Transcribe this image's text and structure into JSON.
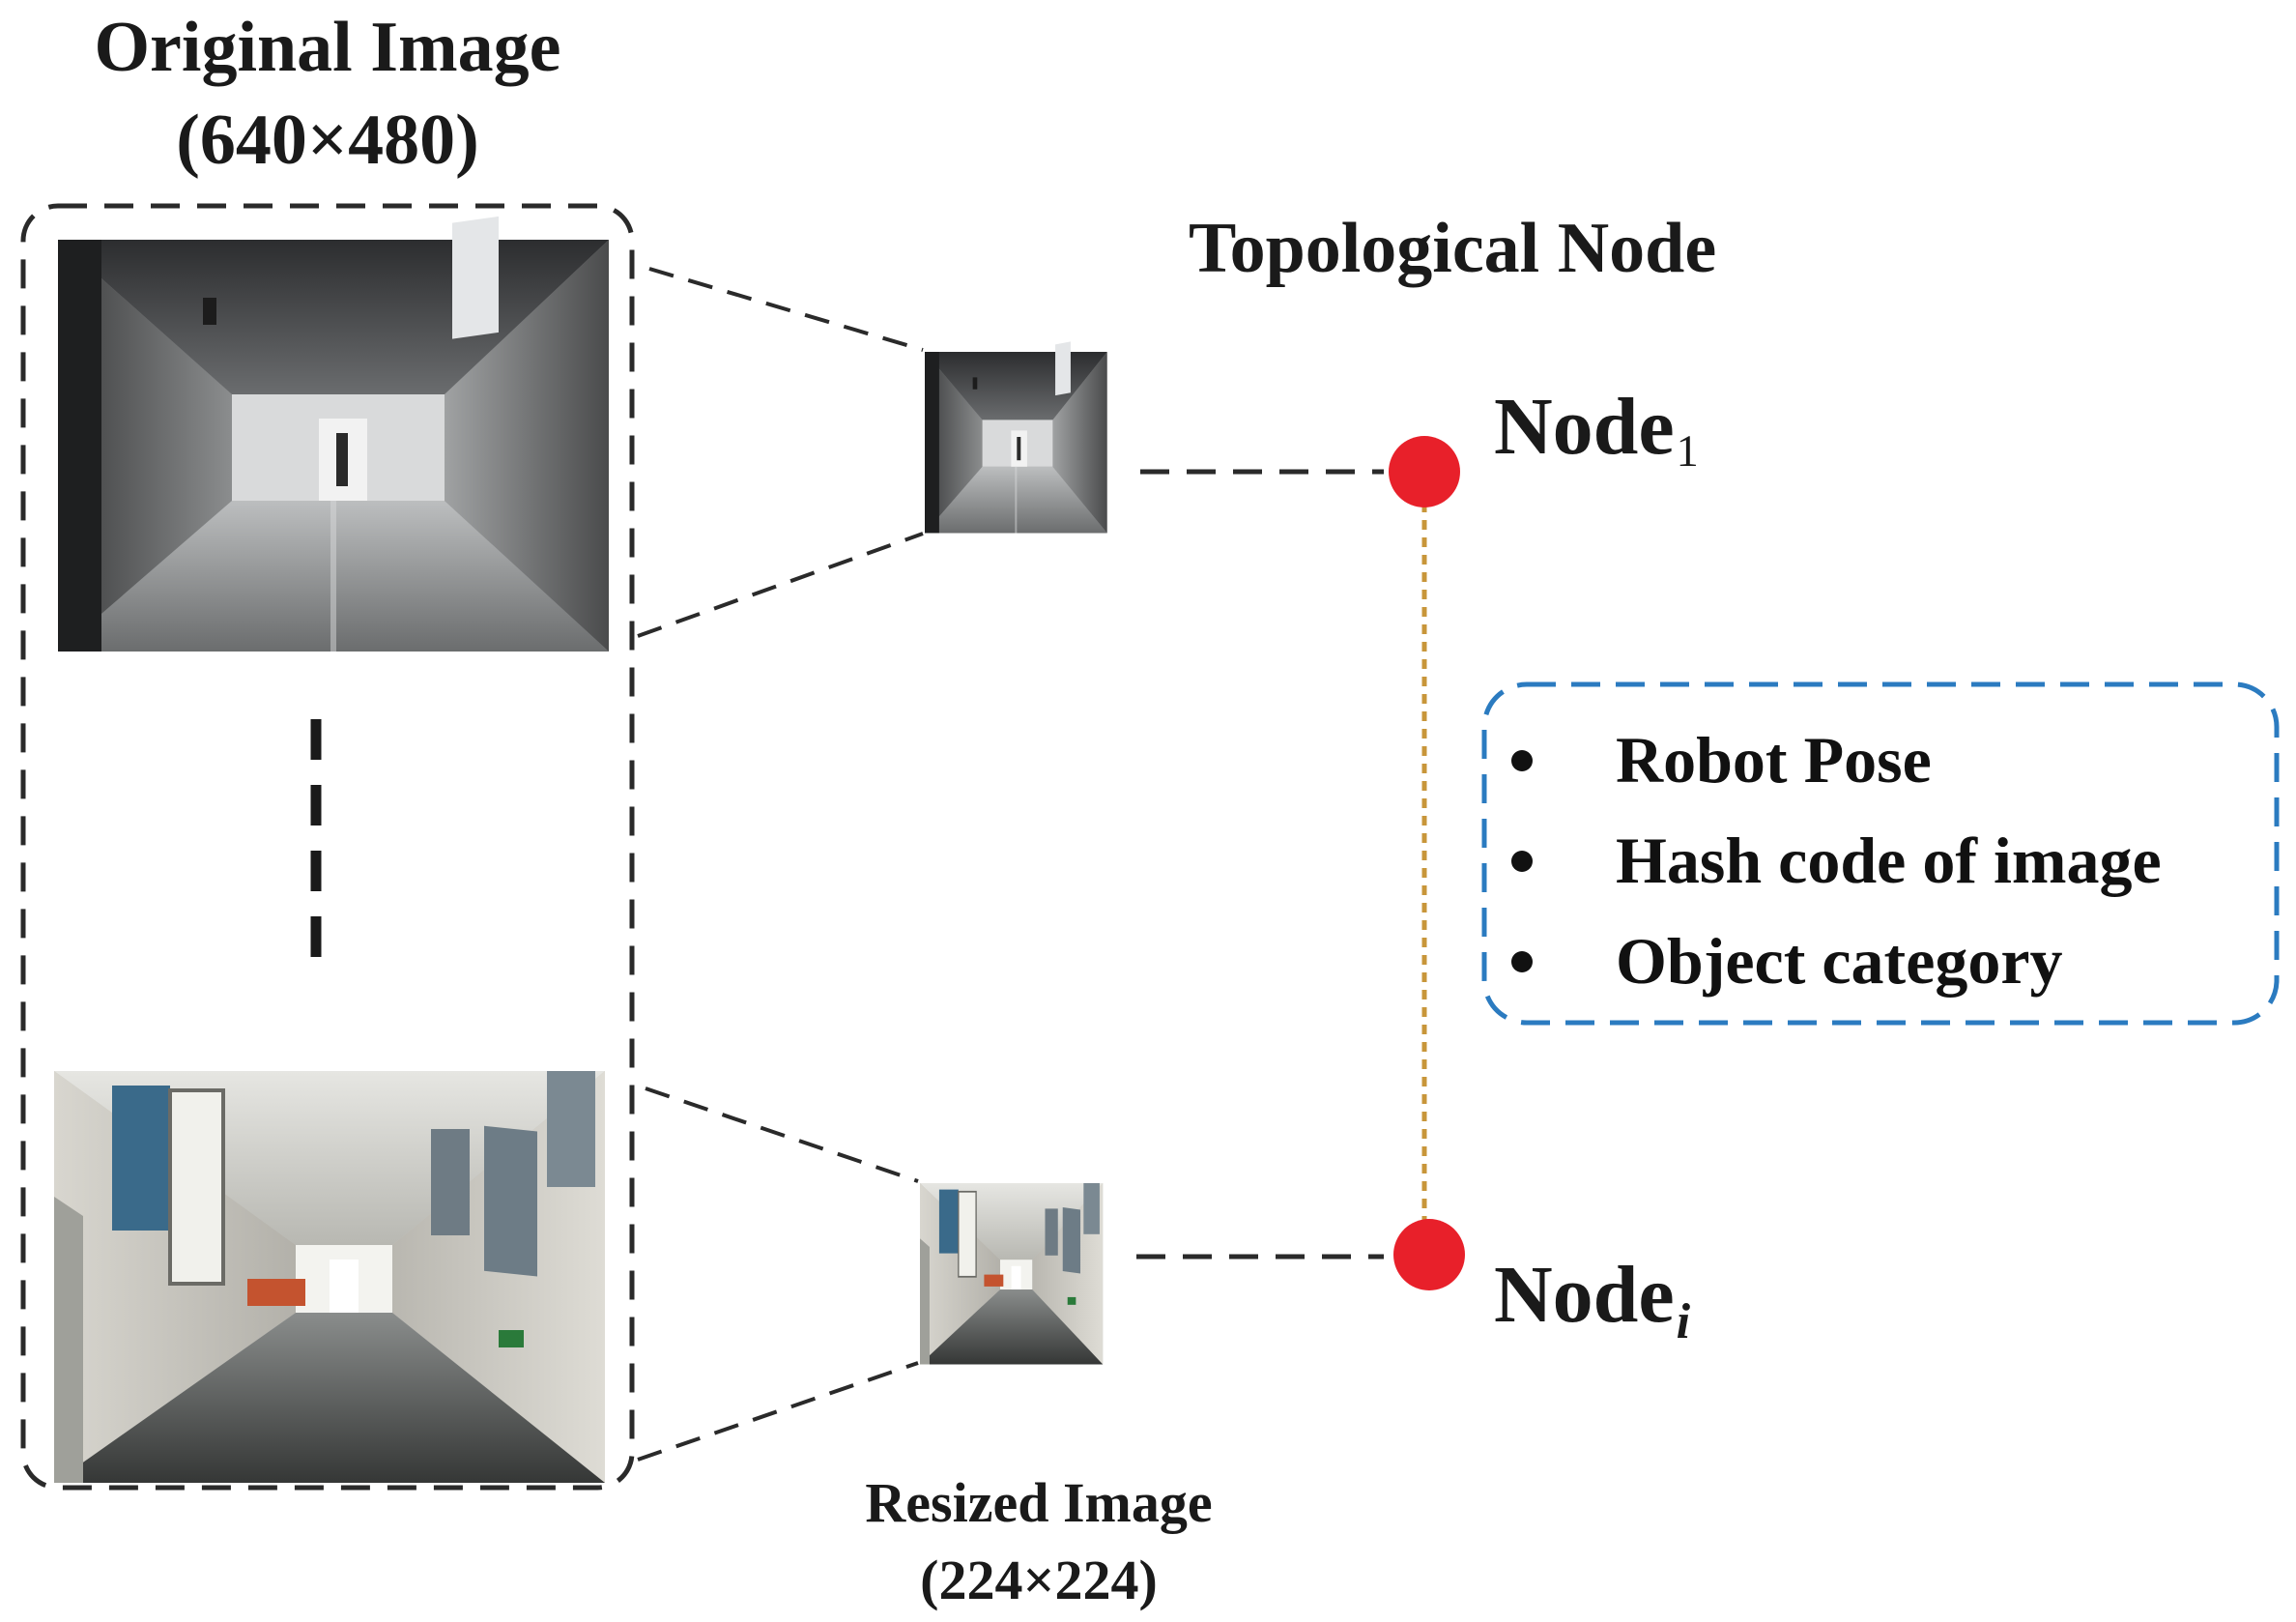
{
  "original": {
    "title": "Original Image",
    "size": "(640×480)"
  },
  "resized": {
    "title": "Resized Image",
    "size": "(224×224)"
  },
  "topological": {
    "title": "Topological Node"
  },
  "nodes": [
    {
      "name": "Node",
      "subscript": "1"
    },
    {
      "name": "Node",
      "subscript": "i"
    }
  ],
  "attributes": [
    "Robot Pose",
    "Hash code of image",
    "Object category"
  ],
  "colors": {
    "node_fill": "#e8202a",
    "link_line": "#c8963a",
    "info_box_border": "#2b7bc0",
    "dash_lines": "#2a2a2a"
  }
}
